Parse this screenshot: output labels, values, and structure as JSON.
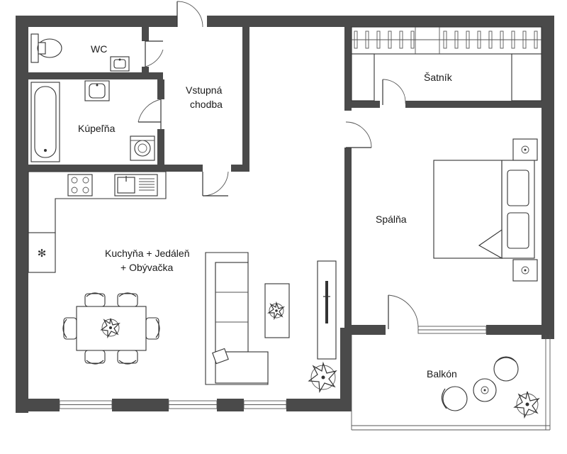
{
  "floor_plan": {
    "rooms": {
      "wc": "WC",
      "hall_line1": "Vstupná",
      "hall_line2": "chodba",
      "bathroom": "Kúpeľňa",
      "wardrobe": "Šatník",
      "living_line1": "Kuchyňa + Jedáleň",
      "living_line2": "+ Obývačka",
      "bedroom": "Spálňa",
      "balcony": "Balkón"
    },
    "colors": {
      "walls": "#4a4a4a",
      "lines": "#333333",
      "background": "#ffffff"
    },
    "icons": [
      "snowflake-icon",
      "plant-icon"
    ]
  }
}
